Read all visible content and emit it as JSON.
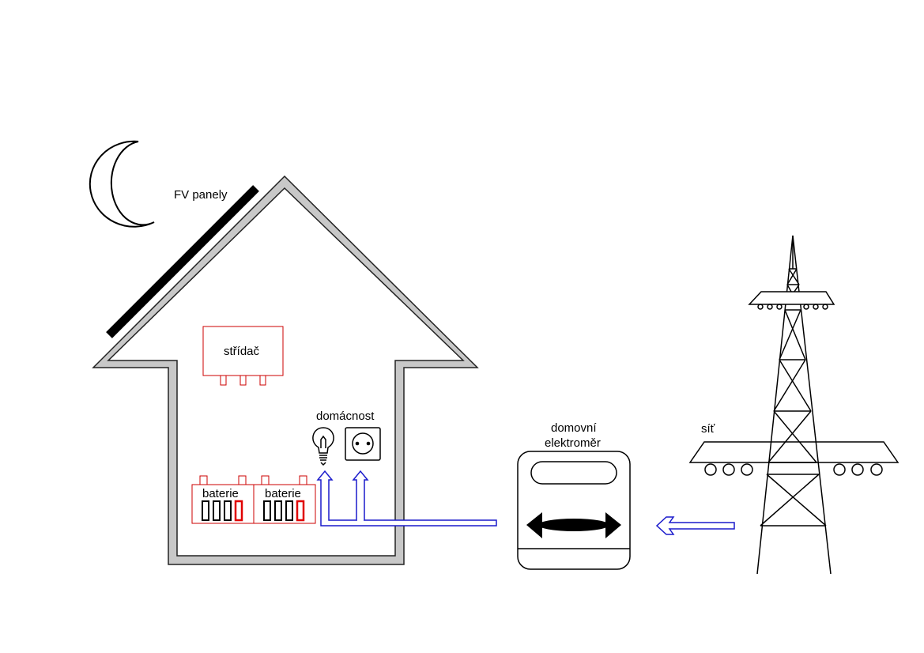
{
  "labels": {
    "pv_panels": "FV panely",
    "inverter": "střídač",
    "household": "domácnost",
    "battery_1": "baterie",
    "battery_2": "baterie",
    "meter_line1": "domovní",
    "meter_line2": "elektroměr",
    "grid": "síť"
  },
  "icons": {
    "night": "moon-icon",
    "load": "light-bulb-icon",
    "socket": "power-socket-icon",
    "grid": "power-pylon-icon"
  },
  "colors": {
    "outline": "#000000",
    "house_fill": "#c8c8c8",
    "inverter_battery": "#cc0000",
    "energy_flow": "#1a1acc",
    "battery_cell_charged": "#e00000"
  }
}
